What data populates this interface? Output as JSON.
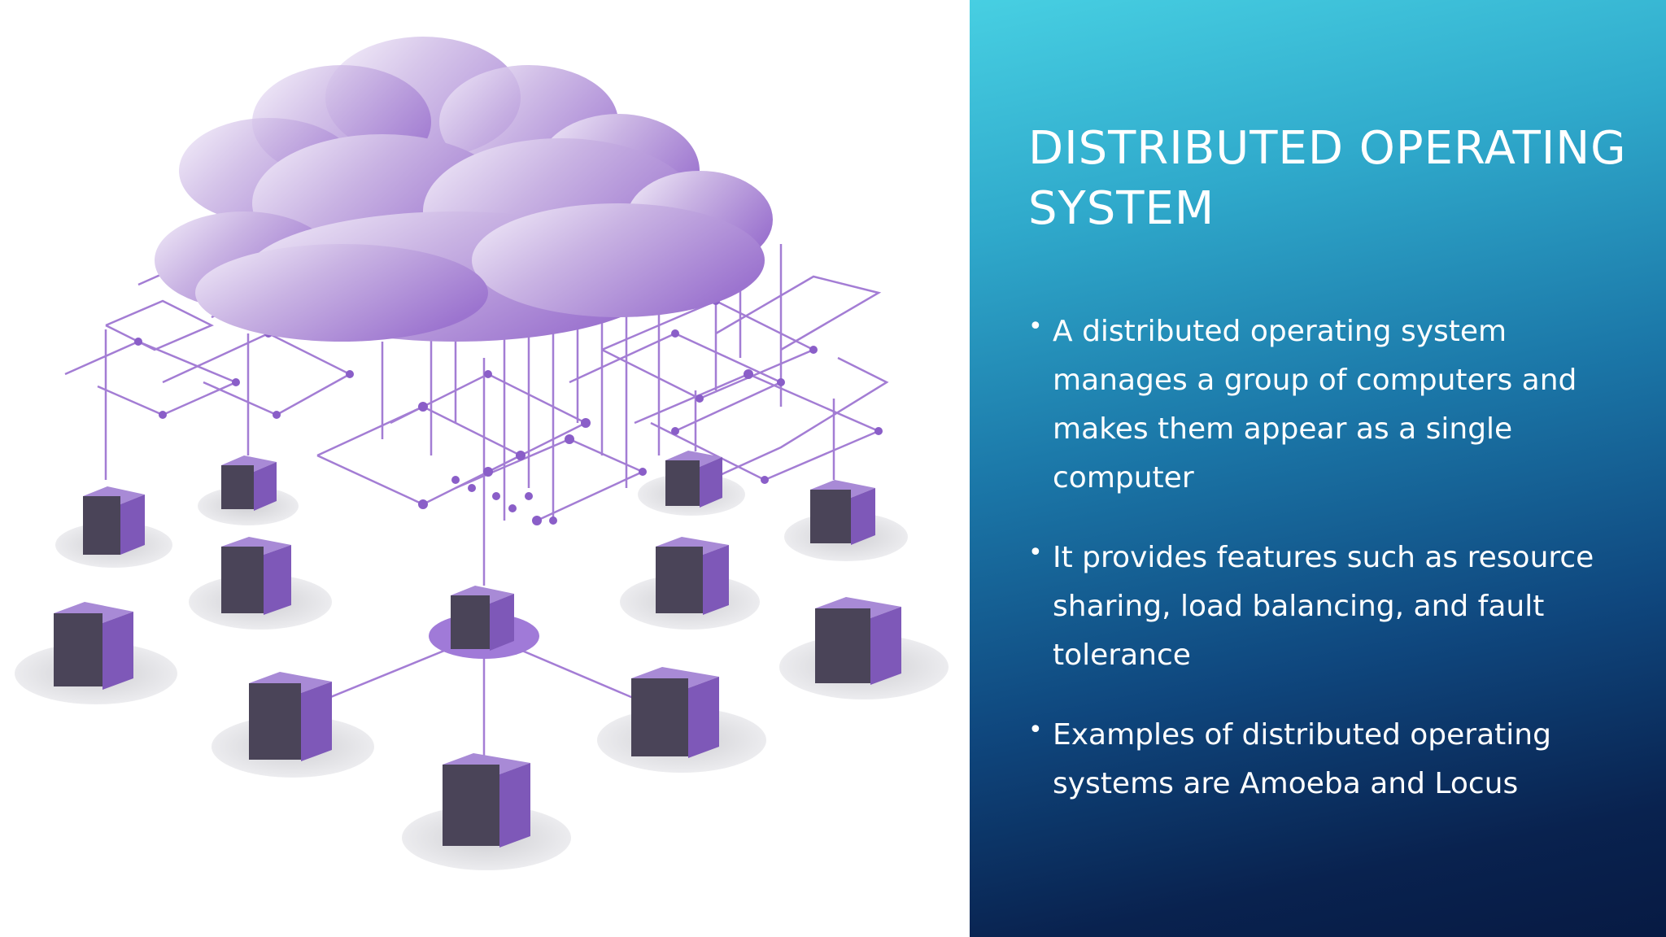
{
  "slide": {
    "title": "DISTRIBUTED OPERATING SYSTEM",
    "bullets": [
      "A distributed operating system manages a group of computers and makes them appear as a single computer",
      "It provides features such as resource sharing, load balancing, and fault tolerance",
      "Examples of distributed operating systems are Amoeba and Locus"
    ]
  },
  "illustration": {
    "icon": "cloud-network-servers-icon",
    "colors": {
      "accent": "#9b6cd1",
      "cloud": "#b89ad8",
      "server_front": "#7e58b8",
      "server_side": "#4a4458"
    }
  },
  "theme": {
    "panel_top": "#47cfe2",
    "panel_bottom": "#071a43",
    "text": "#ffffff"
  }
}
